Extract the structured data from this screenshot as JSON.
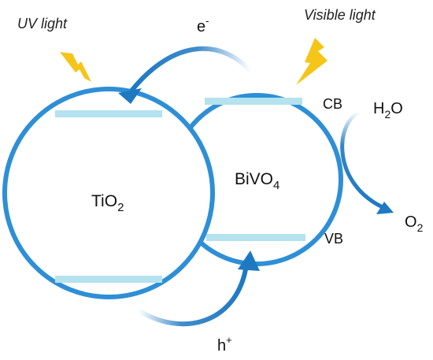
{
  "diagram": {
    "labels": {
      "uv_light": "UV light",
      "visible_light": "Visible light",
      "tio2": "TiO",
      "tio2_sub": "2",
      "bivo4": "BiVO",
      "bivo4_sub": "4",
      "cb": "CB",
      "vb": "VB",
      "electron": "e",
      "electron_sup": "-",
      "hole": "h",
      "hole_sup": "+",
      "water": "H",
      "water_sub": "2",
      "water_tail": "O",
      "oxygen": "O",
      "oxygen_sub": "2"
    },
    "colors": {
      "circle_stroke": "#2e8fd6",
      "band": "#b4e2ee",
      "arrow": "#1e78c2",
      "lightning": "#f5c518"
    }
  }
}
